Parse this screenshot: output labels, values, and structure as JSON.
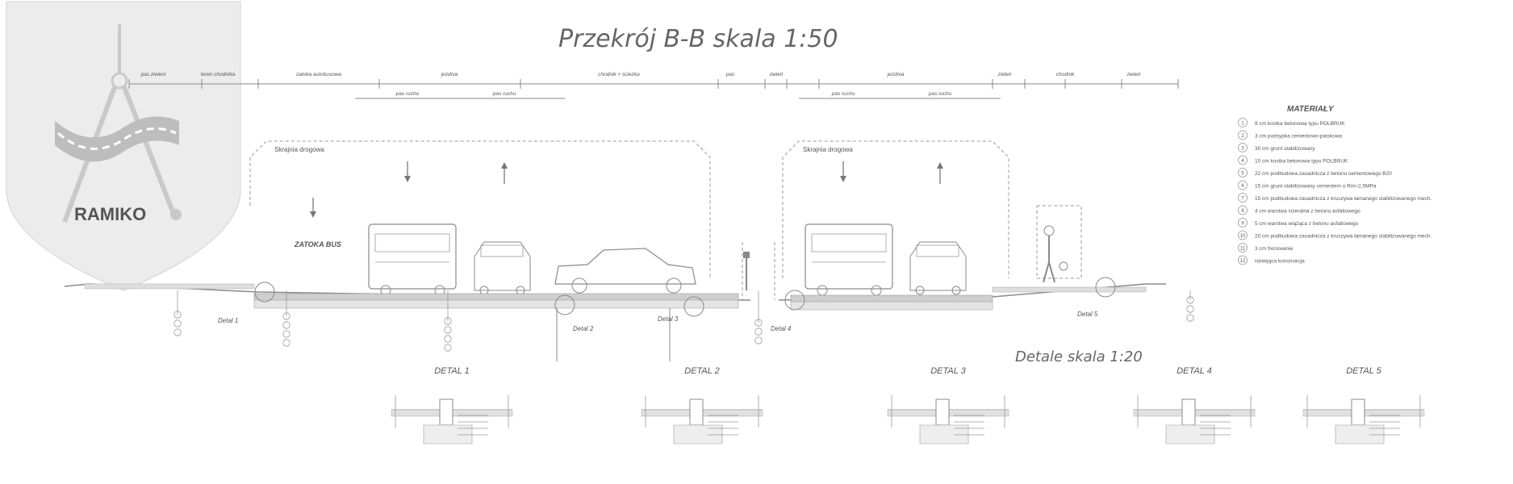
{
  "title": "Przekrój B-B skala 1:50",
  "details_title": "Detale skala 1:20",
  "logo": {
    "name": "RAMIKO"
  },
  "colors": {
    "line": "#8a8a8a",
    "text": "#555555",
    "shield": "#ececec",
    "road": "#cfcfcf"
  },
  "top_labels": [
    "pas zieleni",
    "teren chodnika",
    "zatoka autobusowa",
    "jezdnia",
    "chodnik + ścieżka",
    "pas",
    "zieleń",
    "jezdnia",
    "zieleń",
    "chodnik",
    "zieleń"
  ],
  "lane_labels": [
    "pas ruchu",
    "pas ruchu",
    "pas ruchu",
    "pas ruchu"
  ],
  "zone_labels": {
    "bus_bay": "ZATOKA BUS",
    "skrajnia_left": "Skrajnia drogowa",
    "skrajnia_right": "Skrajnia drogowa"
  },
  "detail_markers": [
    "Detal 1",
    "Detal 2",
    "Detal 3",
    "Detal 4",
    "Detal 5"
  ],
  "details": [
    {
      "label": "DETAL 1"
    },
    {
      "label": "DETAL 2"
    },
    {
      "label": "DETAL 3"
    },
    {
      "label": "DETAL 4"
    },
    {
      "label": "DETAL 5"
    }
  ],
  "materials": {
    "title": "MATERIAŁY",
    "items": [
      {
        "num": "1",
        "text": "8 cm kostka betonowa typu POLBRUK"
      },
      {
        "num": "2",
        "text": "3 cm podsypka cementowo-piaskowa"
      },
      {
        "num": "3",
        "text": "30 cm grunt stabilizowany"
      },
      {
        "num": "4",
        "text": "10 cm kostka betonowa typu POLBRUK"
      },
      {
        "num": "5",
        "text": "22 cm podbudowa zasadnicza z betonu cementowego B20"
      },
      {
        "num": "6",
        "text": "15 cm grunt stabilizowany cementem o Rm=2,5MPa"
      },
      {
        "num": "7",
        "text": "15 cm podbudowa zasadnicza z kruszywa łamanego stabilizowanego mech."
      },
      {
        "num": "8",
        "text": "4 cm warstwa ścieralna z betonu asfaltowego"
      },
      {
        "num": "9",
        "text": "5 cm warstwa wiążąca z betonu asfaltowego"
      },
      {
        "num": "10",
        "text": "20 cm podbudowa zasadnicza z kruszywa łamanego stabilizowanego mech."
      },
      {
        "num": "11",
        "text": "3 cm frezowanie"
      },
      {
        "num": "12",
        "text": "istniejąca konstrukcja"
      }
    ]
  }
}
